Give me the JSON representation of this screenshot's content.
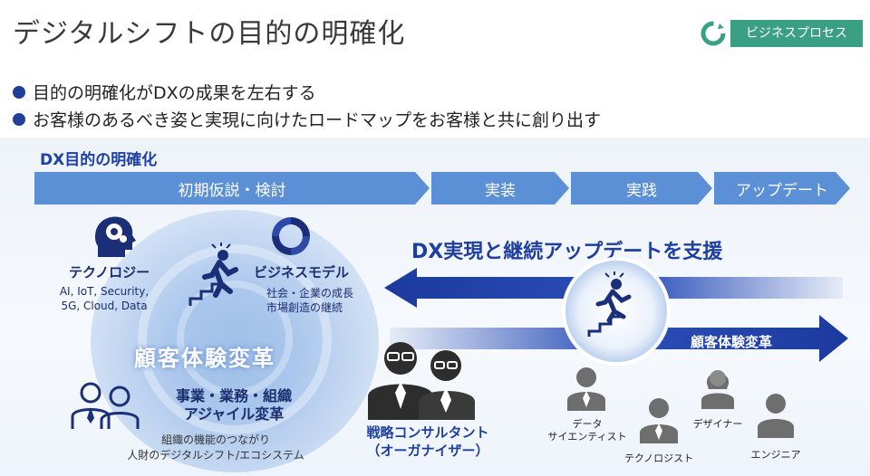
{
  "header": {
    "title": "デジタルシフトの目的の明確化",
    "badge_label": "ビジネスプロセス"
  },
  "bullets": [
    "目的の明確化がDXの成果を左右する",
    "お客様のあるべき姿と実現に向けたロードマップをお客様と共に創り出す"
  ],
  "section": {
    "title": "DX目的の明確化"
  },
  "phases": [
    "初期仮説・検討",
    "実装",
    "実践",
    "アップデート"
  ],
  "left_diagram": {
    "technology_title": "テクノロジー",
    "technology_items": [
      "AI, IoT, Security,",
      "5G, Cloud, Data"
    ],
    "business_title": "ビジネスモデル",
    "business_items": [
      "社会・企業の成長",
      "市場創造の継続"
    ],
    "center_label": "顧客体験変革",
    "org_title_lines": [
      "事業・業務・組織",
      "アジャイル変革"
    ],
    "org_sub_lines": [
      "組織の機能のつながり",
      "人財のデジタルシフト/エコシステム"
    ]
  },
  "right_diagram": {
    "support_title": "DX実現と継続アップデートを支援",
    "arrow_label": "顧客体験変革",
    "consultant_lines": [
      "戦略コンサルタント",
      "（オーガナイザー）"
    ],
    "roles": {
      "data_scientist": [
        "データ",
        "サイエンティスト"
      ],
      "technologist": "テクノロジスト",
      "designer": "デザイナー",
      "engineer": "エンジニア"
    }
  },
  "colors": {
    "title_text": "#3a3a3a",
    "badge_bg": "#3aa084",
    "bullet_dot": "#1f3f9a",
    "accent_blue": "#1e40a8",
    "phase_fill": "#5b8fd6",
    "arrow_navy": "#1c3a9e"
  },
  "icons": {
    "badge": "cycle-icon",
    "technology": "head-gear-icon",
    "business": "refresh-cycle-icon",
    "runner": "runner-stairs-icon",
    "org": "two-people-icon",
    "consultants": "business-people-icon",
    "roles": "person-silhouette-icon"
  }
}
